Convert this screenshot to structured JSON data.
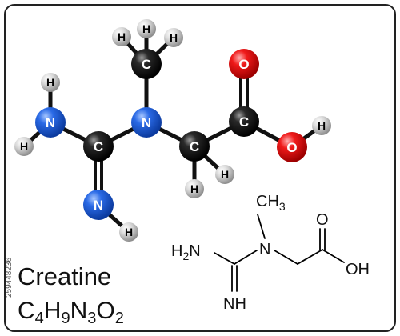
{
  "diagram": {
    "name": "Creatine",
    "formula": {
      "C": "C",
      "c_sub": "4",
      "H": "H",
      "h_sub": "9",
      "N": "N",
      "n_sub": "3",
      "O": "O",
      "o_sub": "2"
    },
    "atoms_3d": {
      "h_top_left": "H",
      "h_top_mid": "H",
      "h_top_right": "H",
      "c_methyl": "C",
      "o_carbonyl": "O",
      "h_amine_top": "H",
      "n_amine": "N",
      "h_amine_left": "H",
      "n_center": "N",
      "c_carboxyl": "C",
      "o_hydroxyl": "O",
      "h_hydroxyl": "H",
      "c_guanidine": "C",
      "c_methylene": "C",
      "h_methylene_a": "H",
      "h_methylene_b": "H",
      "n_imine": "N",
      "h_imine": "H"
    },
    "skeletal": {
      "ch3": "CH",
      "ch3_sub": "3",
      "n": "N",
      "h2n": "H",
      "h2n_sub": "2",
      "h2n_n": "N",
      "nh": "NH",
      "o": "O",
      "oh": "OH"
    },
    "stock_id": "259448236",
    "colors": {
      "carbon": "#111111",
      "nitrogen": "#1f5fd6",
      "oxygen": "#e01010",
      "hydrogen": "#cfcfcf",
      "border": "#222222"
    }
  }
}
